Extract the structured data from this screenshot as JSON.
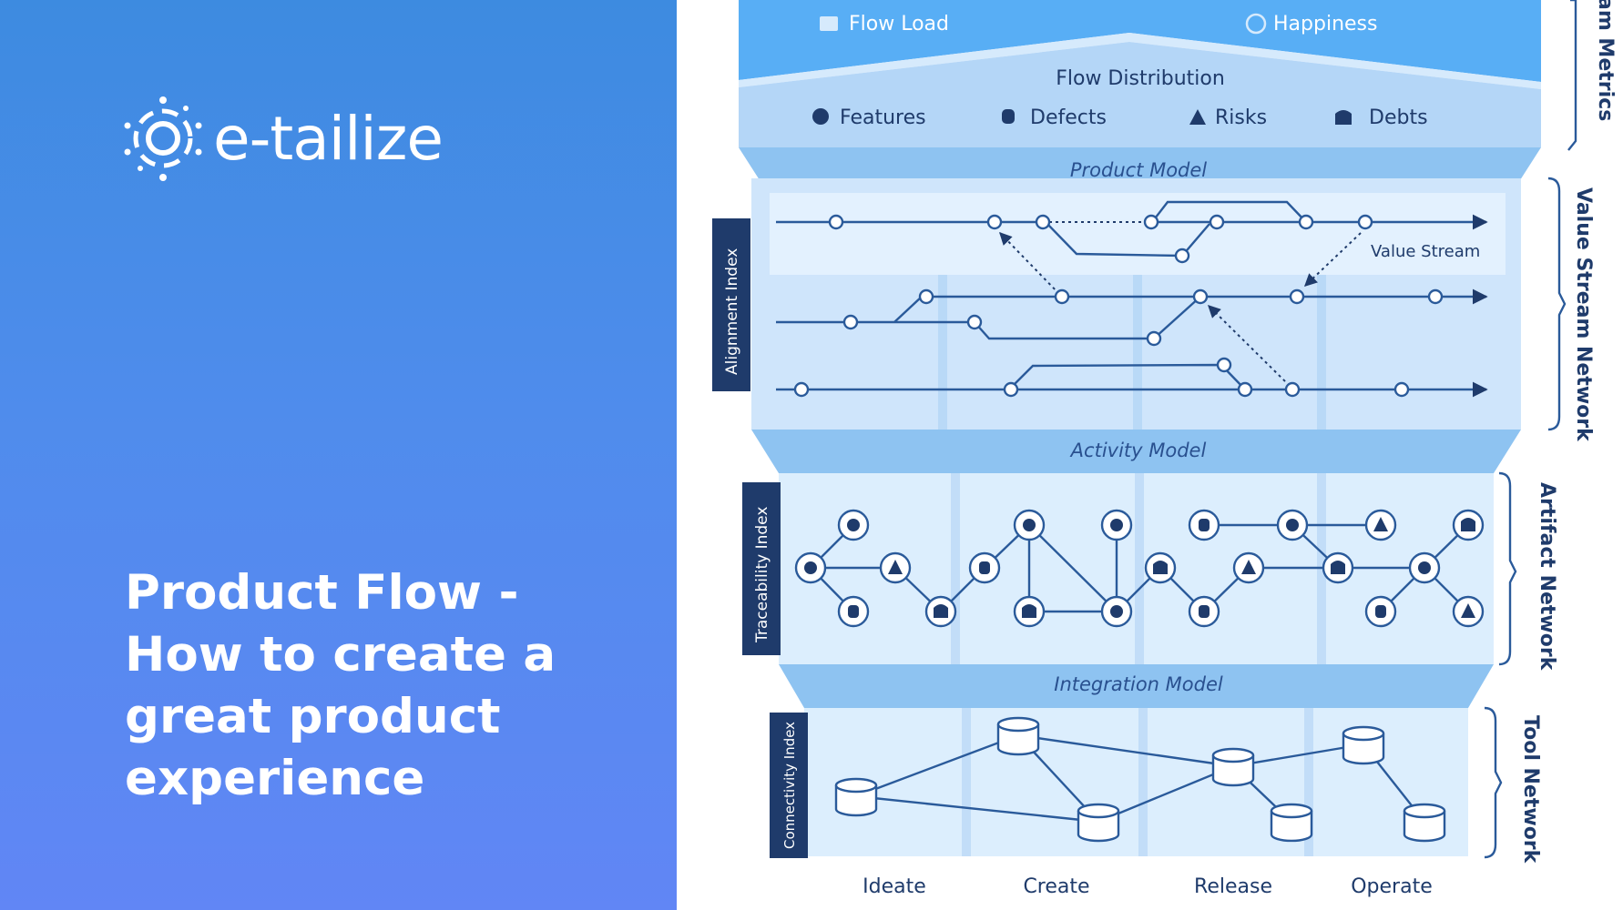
{
  "brand": {
    "name": "e-tailize"
  },
  "headline": {
    "lines": [
      "Product Flow -",
      "How to create a",
      "great product",
      "experience"
    ]
  },
  "diagram": {
    "top_metrics": {
      "flow_load": "Flow Load",
      "happiness": "Happiness",
      "side_label": "am Metrics"
    },
    "flow_distribution": {
      "title": "Flow Distribution",
      "items": [
        "Features",
        "Defects",
        "Risks",
        "Debts"
      ]
    },
    "product_model": "Product Model",
    "activity_model": "Activity Model",
    "integration_model": "Integration Model",
    "value_stream_label": "Value Stream",
    "indices": {
      "alignment": "Alignment Index",
      "traceability": "Traceability Index",
      "connectivity": "Connectivity Index"
    },
    "side_labels": {
      "value_stream_network": "Value Stream Network",
      "artifact_network": "Artifact Network",
      "tool_network": "Tool Network"
    },
    "stages": [
      "Ideate",
      "Create",
      "Release",
      "Operate"
    ],
    "colors": {
      "band": "#b4d6f7",
      "panel": "#dceefd",
      "header": "#58aef5",
      "dark": "#1f3b6b",
      "accent": "#2a5a9a"
    }
  }
}
